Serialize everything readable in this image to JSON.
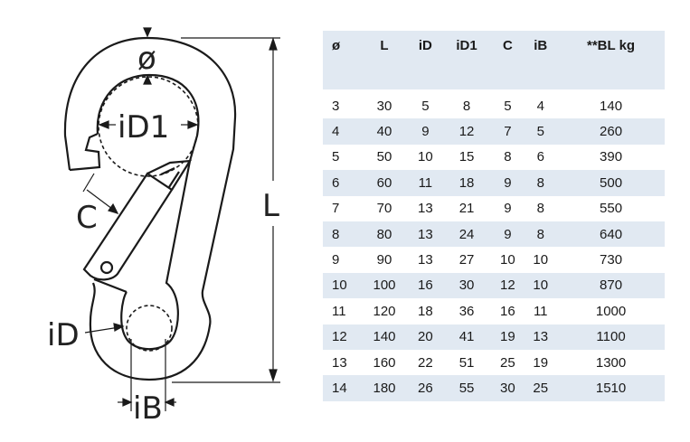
{
  "diagram": {
    "labels": {
      "diameter": "ø",
      "inner_diameter_top": "iD1",
      "opening": "C",
      "length": "L",
      "inner_diameter_bottom": "iD",
      "inner_width": "iB"
    }
  },
  "table": {
    "headers": [
      "ø",
      "L",
      "iD",
      "iD1",
      "C",
      "iB",
      "**BL kg"
    ],
    "rows": [
      [
        "3",
        "30",
        "5",
        "8",
        "5",
        "4",
        "140"
      ],
      [
        "4",
        "40",
        "9",
        "12",
        "7",
        "5",
        "260"
      ],
      [
        "5",
        "50",
        "10",
        "15",
        "8",
        "6",
        "390"
      ],
      [
        "6",
        "60",
        "11",
        "18",
        "9",
        "8",
        "500"
      ],
      [
        "7",
        "70",
        "13",
        "21",
        "9",
        "8",
        "550"
      ],
      [
        "8",
        "80",
        "13",
        "24",
        "9",
        "8",
        "640"
      ],
      [
        "9",
        "90",
        "13",
        "27",
        "10",
        "10",
        "730"
      ],
      [
        "10",
        "100",
        "16",
        "30",
        "12",
        "10",
        "870"
      ],
      [
        "11",
        "120",
        "18",
        "36",
        "16",
        "11",
        "1000"
      ],
      [
        "12",
        "140",
        "20",
        "41",
        "19",
        "13",
        "1100"
      ],
      [
        "13",
        "160",
        "22",
        "51",
        "25",
        "19",
        "1300"
      ],
      [
        "14",
        "180",
        "26",
        "55",
        "30",
        "25",
        "1510"
      ]
    ],
    "shade_color": "#e1e9f2"
  }
}
